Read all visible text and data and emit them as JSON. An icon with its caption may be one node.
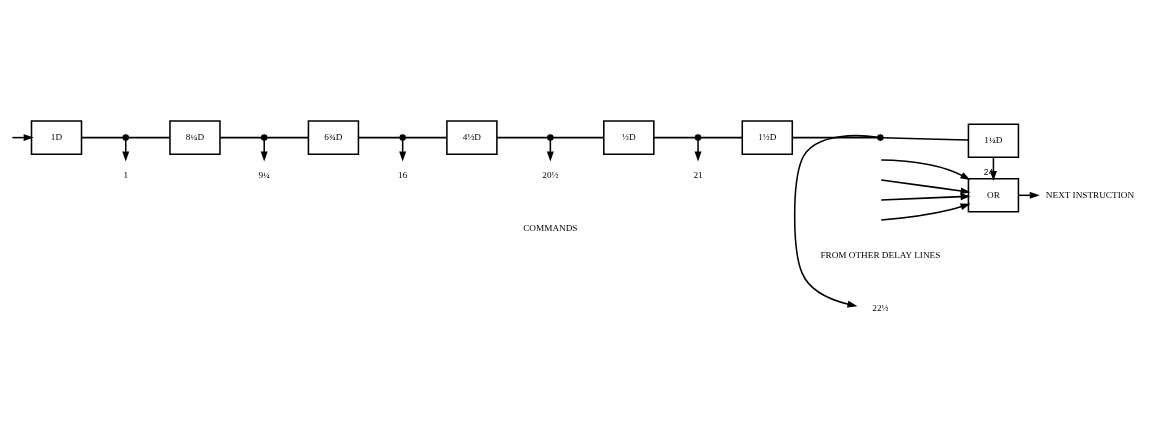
{
  "diagram": {
    "nodes": [
      {
        "text": [
          "1D"
        ]
      },
      {
        "text": [],
        "shape": "circle"
      },
      {
        "text": [
          "8¼D"
        ]
      },
      {
        "text": [],
        "shape": "circle"
      },
      {
        "text": [
          "6¾D"
        ]
      },
      {
        "text": [],
        "shape": "circle"
      },
      {
        "text": [
          "4½D"
        ]
      },
      {
        "text": [],
        "shape": "circle"
      },
      {
        "text": [
          "½D"
        ]
      },
      {
        "text": [],
        "shape": "circle"
      },
      {
        "text": [
          "1½D"
        ]
      },
      {
        "text": [],
        "shape": "circle"
      },
      {
        "text": [
          "1¼D"
        ]
      },
      {
        "text": [
          "OR"
        ]
      },
      {
        "text": [
          "NEXT INSTRUCTION"
        ]
      },
      {
        "text": [
          "1"
        ]
      },
      {
        "text": [
          "9¼"
        ]
      },
      {
        "text": [
          "16"
        ]
      },
      {
        "text": [
          "20½"
        ]
      },
      {
        "text": [
          "21"
        ]
      },
      {
        "text": [
          "22½"
        ]
      }
    ],
    "edges": [
      {
        "from": null,
        "to": 0,
        "arrow": "to"
      },
      {
        "from": 0,
        "to": 1,
        "arrow": "none"
      },
      {
        "from": 1,
        "to": 2,
        "arrow": "none"
      },
      {
        "from": 2,
        "to": 3,
        "arrow": "none"
      },
      {
        "from": 3,
        "to": 4,
        "arrow": "none"
      },
      {
        "from": 4,
        "to": 5,
        "arrow": "none"
      },
      {
        "from": 5,
        "to": 6,
        "arrow": "none"
      },
      {
        "from": 6,
        "to": 7,
        "arrow": "none"
      },
      {
        "from": 7,
        "to": 8,
        "arrow": "none"
      },
      {
        "from": 8,
        "to": 9,
        "arrow": "none"
      },
      {
        "from": 9,
        "to": 10,
        "arrow": "none"
      },
      {
        "from": 10,
        "to": 11,
        "arrow": "none"
      },
      {
        "from": 11,
        "to": 12,
        "arrow": "none"
      },
      {
        "from": 1,
        "to": 15,
        "arrow": "to"
      },
      {
        "from": 3,
        "to": 16,
        "arrow": "to"
      },
      {
        "from": 5,
        "to": 17,
        "arrow": "to"
      },
      {
        "from": 7,
        "to": 18,
        "arrow": "to"
      },
      {
        "from": 9,
        "to": 19,
        "arrow": "to"
      },
      {
        "from": 11,
        "to": 20,
        "arrow": "to"
      },
      {
        "from": 12,
        "to": 13,
        "arrow": "to",
        "label": "24"
      },
      {
        "from": 13,
        "to": 14,
        "arrow": "to"
      },
      {
        "from": null,
        "to": 13,
        "arrow": "to"
      },
      {
        "from": null,
        "to": 13,
        "arrow": "to"
      },
      {
        "from": null,
        "to": 13,
        "arrow": "to"
      },
      {
        "from": null,
        "to": 13,
        "arrow": "to"
      }
    ],
    "labels": [
      "FROM OTHER DELAY LINES",
      "COMMANDS"
    ]
  }
}
